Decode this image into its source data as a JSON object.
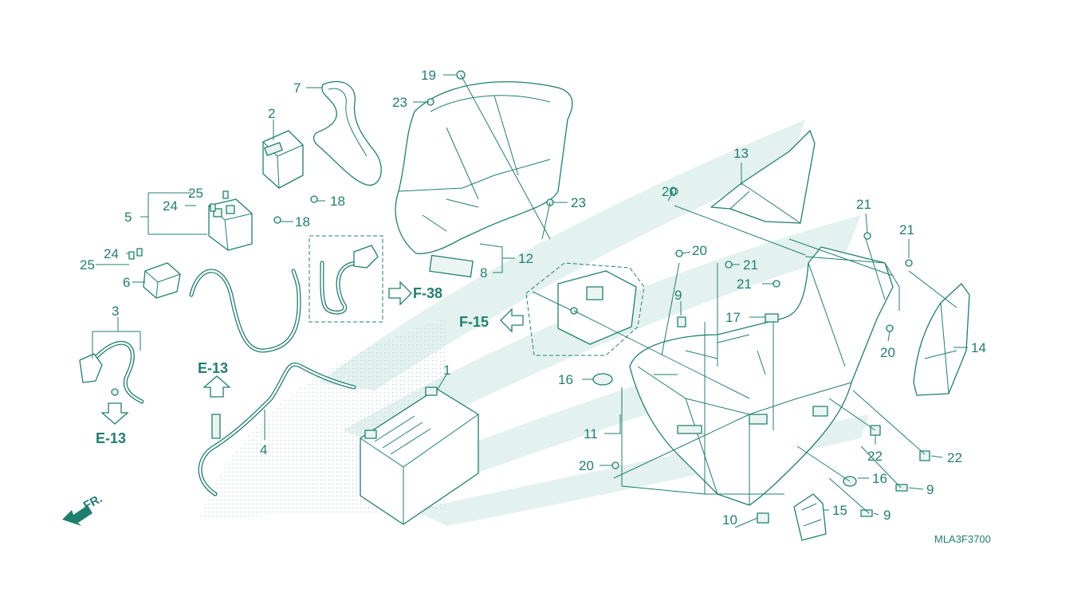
{
  "diagram": {
    "drawing_code": "MLA3F3700",
    "front_label": "FR.",
    "references": [
      "F-38",
      "F-15",
      "E-13",
      "E-13"
    ],
    "callouts": [
      {
        "label": "1"
      },
      {
        "label": "2"
      },
      {
        "label": "3"
      },
      {
        "label": "4"
      },
      {
        "label": "5"
      },
      {
        "label": "6"
      },
      {
        "label": "7"
      },
      {
        "label": "8"
      },
      {
        "label": "9"
      },
      {
        "label": "9"
      },
      {
        "label": "9"
      },
      {
        "label": "10"
      },
      {
        "label": "11"
      },
      {
        "label": "12"
      },
      {
        "label": "13"
      },
      {
        "label": "14"
      },
      {
        "label": "15"
      },
      {
        "label": "16"
      },
      {
        "label": "16"
      },
      {
        "label": "17"
      },
      {
        "label": "18"
      },
      {
        "label": "18"
      },
      {
        "label": "19"
      },
      {
        "label": "20"
      },
      {
        "label": "20"
      },
      {
        "label": "20"
      },
      {
        "label": "20"
      },
      {
        "label": "21"
      },
      {
        "label": "21"
      },
      {
        "label": "21"
      },
      {
        "label": "21"
      },
      {
        "label": "22"
      },
      {
        "label": "22"
      },
      {
        "label": "23"
      },
      {
        "label": "23"
      },
      {
        "label": "24"
      },
      {
        "label": "24"
      },
      {
        "label": "25"
      },
      {
        "label": "25"
      }
    ]
  },
  "colors": {
    "line": "#1f7f6f",
    "watermark": "#e3f2ee",
    "background": "#ffffff"
  }
}
